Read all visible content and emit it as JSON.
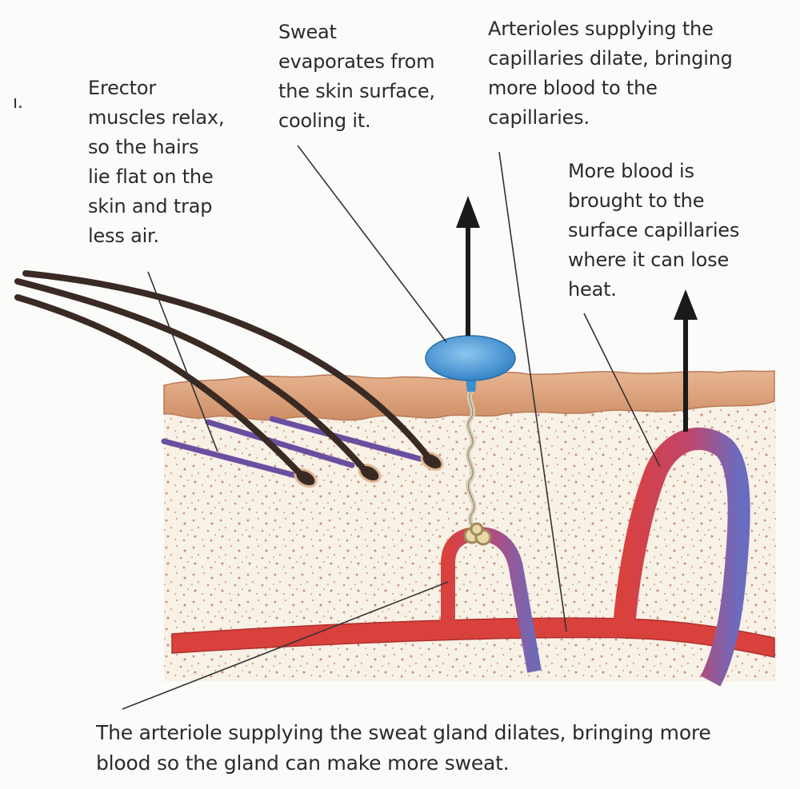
{
  "labels": {
    "margin_fragment": "ı.",
    "erector": "Erector\nmuscles relax,\nso the hairs\nlie flat on the\nskin and trap\nless air.",
    "sweat": "Sweat\nevaporates from\nthe skin surface,\ncooling it.",
    "arterioles": "Arterioles supplying the\ncapillaries dilate, bringing\nmore blood to the\ncapillaries.",
    "more_blood": "More blood is\nbrought to the\nsurface capillaries\nwhere it can lose\nheat.",
    "sweat_gland": "The arteriole supplying the sweat gland dilates, bringing more\nblood so the gland can make more sweat."
  },
  "colors": {
    "epidermis": "#d9a07a",
    "dermis": "#f7f1e6",
    "speckle": "#c98d78",
    "arteriole": "#d9413d",
    "venule": "#6f6ab8",
    "hair": "#3a2a24",
    "erector_muscle": "#6a4fa0",
    "sweat_droplet": "#3b8ed0",
    "arrow": "#1a1a1a"
  }
}
